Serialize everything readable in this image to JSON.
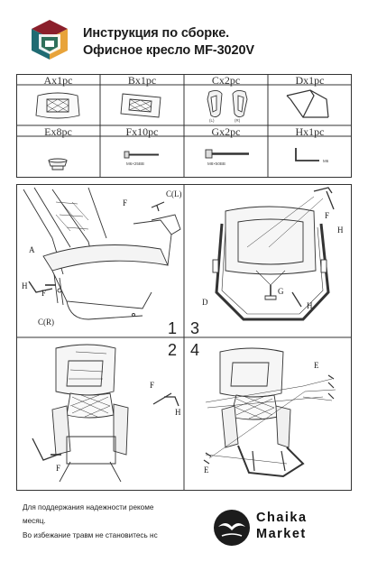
{
  "header": {
    "title_line1": "Инструкция по сборке.",
    "title_line2": "Офисное кресло MF-3020V"
  },
  "parts": [
    {
      "label": "Ax1pc"
    },
    {
      "label": "Bx1pc"
    },
    {
      "label": "Cx2pc"
    },
    {
      "label": "Dx1pc"
    },
    {
      "label": "Ex8pc"
    },
    {
      "label": "Fx10pc"
    },
    {
      "label": "Gx2pc"
    },
    {
      "label": "Hx1pc"
    }
  ],
  "part_notes": {
    "c_left": "(L)",
    "c_right": "(R)",
    "f_size": "M6×25BB",
    "g_size": "M8×50BB",
    "h_size": "M6"
  },
  "diagram_labels": {
    "s1_f": "F",
    "s1_cl": "C(L)",
    "s1_a": "A",
    "s1_h": "H",
    "s1_f2": "F",
    "s1_cr": "C(R)",
    "s3_f": "F",
    "s3_h": "H",
    "s3_g": "G",
    "s3_d": "D",
    "s3_h2": "H",
    "s2_f": "F",
    "s2_h": "H",
    "s2_f2": "F",
    "s4_e": "E",
    "s4_e2": "E"
  },
  "steps": [
    "1",
    "3",
    "2",
    "4"
  ],
  "footer": {
    "line1": "Для поддержания надежности рекоме",
    "line2": "месяц.",
    "line3": "Во избежание травм не становитесь нс"
  },
  "brand": {
    "name_line1": "Chaika",
    "name_line2": "Market",
    "logo_icon": "seagull-icon"
  },
  "colors": {
    "logo_top": "#8b1f2b",
    "logo_left": "#1f6b73",
    "logo_right": "#e8a33a",
    "logo_front": "#2f6f5a",
    "line": "#2a2a2a"
  }
}
